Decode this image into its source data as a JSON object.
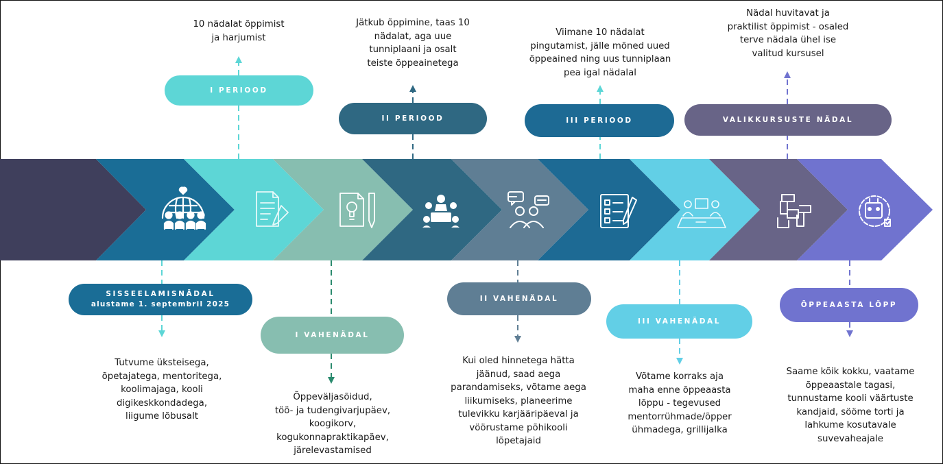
{
  "colors": {
    "navy": "#3f3f5c",
    "teal_dark": "#1a6d96",
    "cyan": "#5dd6d6",
    "sage": "#87beb0",
    "slate": "#2f6882",
    "steel": "#5f7e94",
    "blue": "#1d6a94",
    "sky": "#62cfe6",
    "purple": "#686487",
    "violet": "#7073cf"
  },
  "top": [
    {
      "pill": "I PERIOOD",
      "desc": [
        "10 nädalat õppimist",
        "ja harjumist"
      ]
    },
    {
      "pill": "II PERIOOD",
      "desc": [
        "Jätkub õppimine, taas 10",
        "nädalat, aga uue",
        "tunniplaani ja osalt",
        "teiste õppeainetega"
      ]
    },
    {
      "pill": "III PERIOOD",
      "desc": [
        "Viimane 10 nädalat",
        "pingutamist, jälle mõned uued",
        "õppeained ning uus tunniplaan",
        "pea igal nädalal"
      ]
    },
    {
      "pill": "VALIKKURSUSTE NÄDAL",
      "desc": [
        "Nädal huvitavat ja",
        "praktilist õppimist - osaled",
        "terve nädala ühel ise",
        "valitud kursusel"
      ]
    }
  ],
  "bottom": [
    {
      "pill": "SISSEELAMISNÄDAL",
      "pill_sub": "alustame 1. septembril 2025",
      "desc": [
        "Tutvume üksteisega,",
        "õpetajatega, mentoritega,",
        "koolimajaga, kooli",
        "digikeskkondadega,",
        "liigume lõbusalt"
      ]
    },
    {
      "pill": "I VAHENÄDAL",
      "desc": [
        "Õppeväljasõidud,",
        "töö- ja tudengivarjupäev,",
        "koogikorv,",
        "kogukonnapraktikapäev,",
        "järelevastamised"
      ]
    },
    {
      "pill": "II VAHENÄDAL",
      "desc": [
        "Kui oled hinnetega hätta",
        "jäänud, saad aega",
        "parandamiseks, võtame aega",
        "liikumiseks, planeerime",
        "tulevikku karjääripäeval ja",
        "vöörustame põhikooli",
        "lõpetajaid"
      ]
    },
    {
      "pill": "III VAHENÄDAL",
      "desc": [
        "Võtame korraks aja",
        "maha enne õppeaasta",
        "lõppu - tegevused",
        "mentorrühmade/õpper",
        "ühmadega, grillijalka"
      ]
    },
    {
      "pill": "ÕPPEAASTA LÕPP",
      "desc": [
        "Saame kõik kokku, vaatame",
        "õppeaastale tagasi,",
        "tunnustame kooli väärtuste",
        "kandjaid, sööme torti ja",
        "lahkume kosutavale",
        "suvevaheajale"
      ]
    }
  ],
  "icons": [
    "community-globe-icon",
    "document-pen-icon",
    "idea-paper-icon",
    "meeting-group-icon",
    "discussion-icon",
    "checklist-icon",
    "teamwork-desk-icon",
    "hands-together-icon",
    "settings-gear-icon"
  ]
}
